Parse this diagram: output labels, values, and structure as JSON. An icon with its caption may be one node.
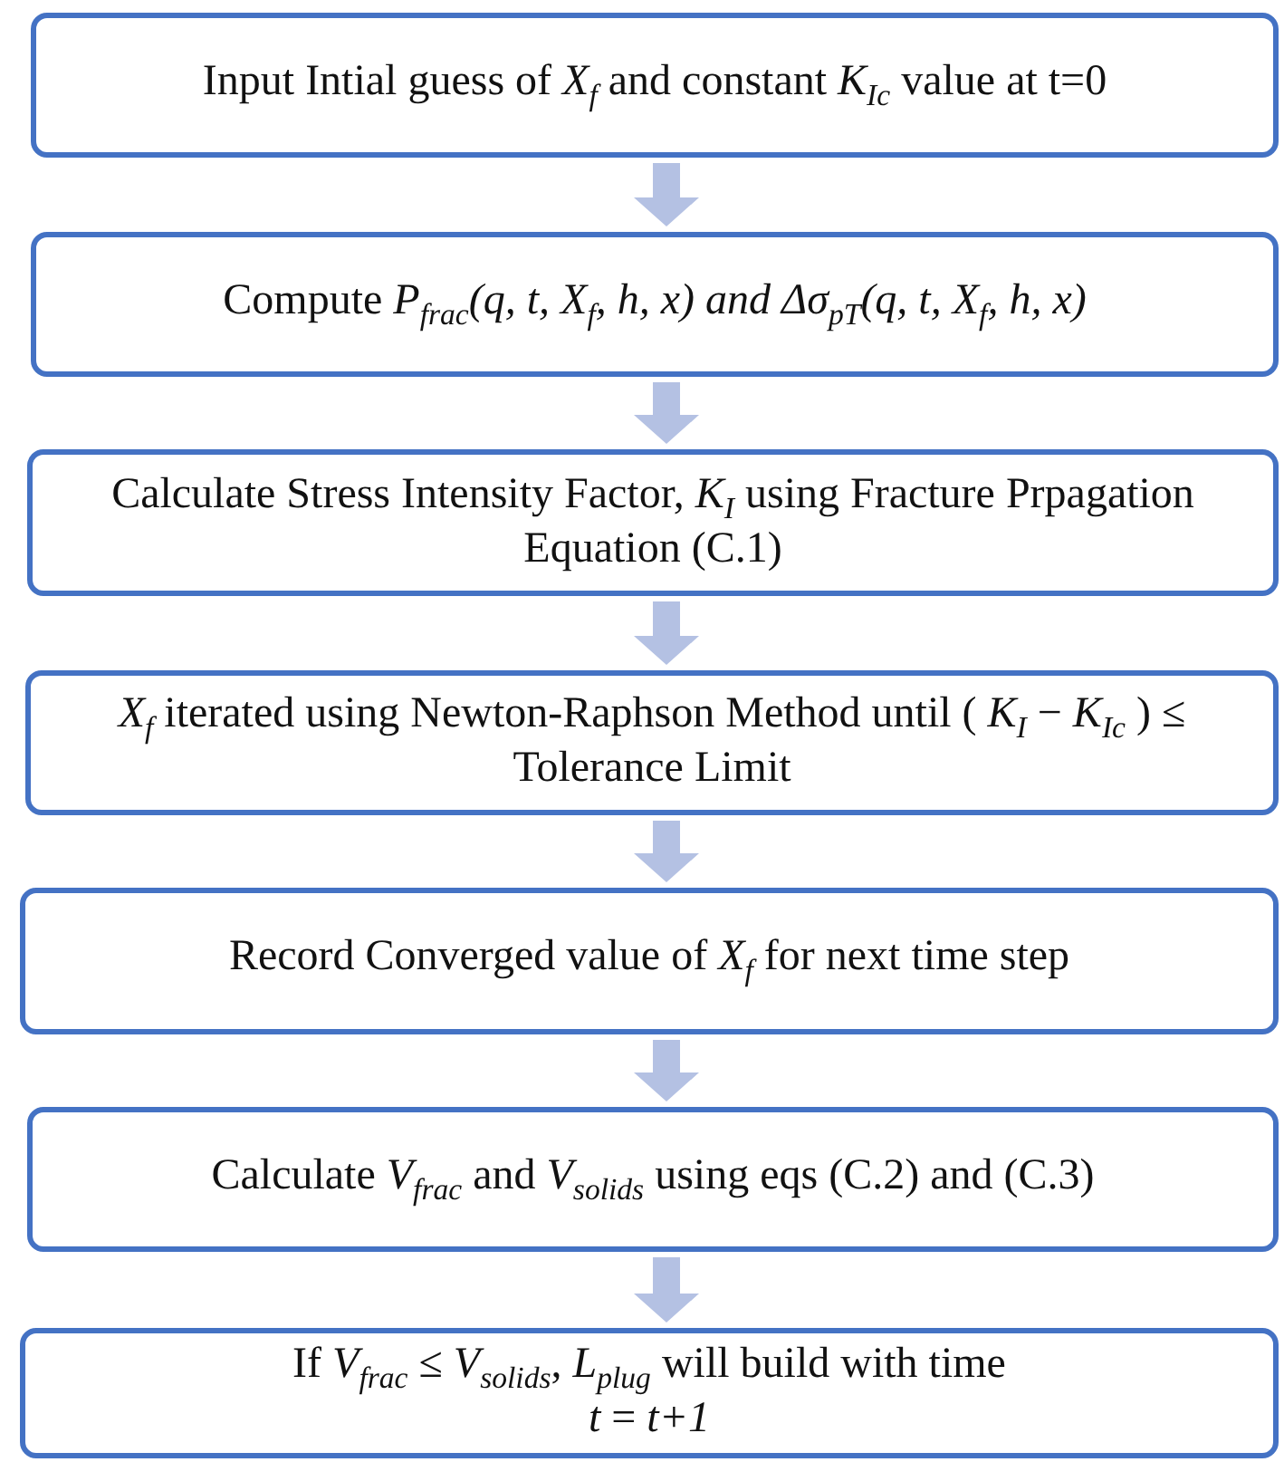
{
  "diagram": {
    "nodes": [
      {
        "text": [
          "Input Intial guess of *X*$_{f}$ and constant *K*$_{Ic}$ value at t=0"
        ]
      },
      {
        "text": [
          "Compute *P*$_{frac}$*(q, t, X*$_{f}$*, h, x)  and  Δσ*$_{pT}$*(q, t, X*$_{f}$*, h, x)*"
        ]
      },
      {
        "text": [
          "Calculate Stress Intensity Factor, *K*$_{I}$ using Fracture Prpagation Equation (C.1)"
        ]
      },
      {
        "text": [
          "*X*$_{f}$ iterated using Newton-Raphson Method until ( *K*$_{I}$ − *K*$_{Ic}$ ) ≤  Tolerance Limit"
        ]
      },
      {
        "text": [
          "Record Converged value of *X*$_{f}$ for next time step"
        ]
      },
      {
        "text": [
          "Calculate *V*$_{frac}$ and *V*$_{solids}$ using eqs (C.2) and (C.3)"
        ]
      },
      {
        "text": [
          "If *V*$_{frac}$ ≤ *V*$_{solids}$, *L*$_{plug}$ will build with time",
          "*t* = *t+1*"
        ]
      }
    ],
    "edges": [
      {
        "from": 0,
        "to": 1,
        "arrow": "to"
      },
      {
        "from": 1,
        "to": 2,
        "arrow": "to"
      },
      {
        "from": 2,
        "to": 3,
        "arrow": "to"
      },
      {
        "from": 3,
        "to": 4,
        "arrow": "to"
      },
      {
        "from": 4,
        "to": 5,
        "arrow": "to"
      },
      {
        "from": 5,
        "to": 6,
        "arrow": "to"
      }
    ]
  }
}
